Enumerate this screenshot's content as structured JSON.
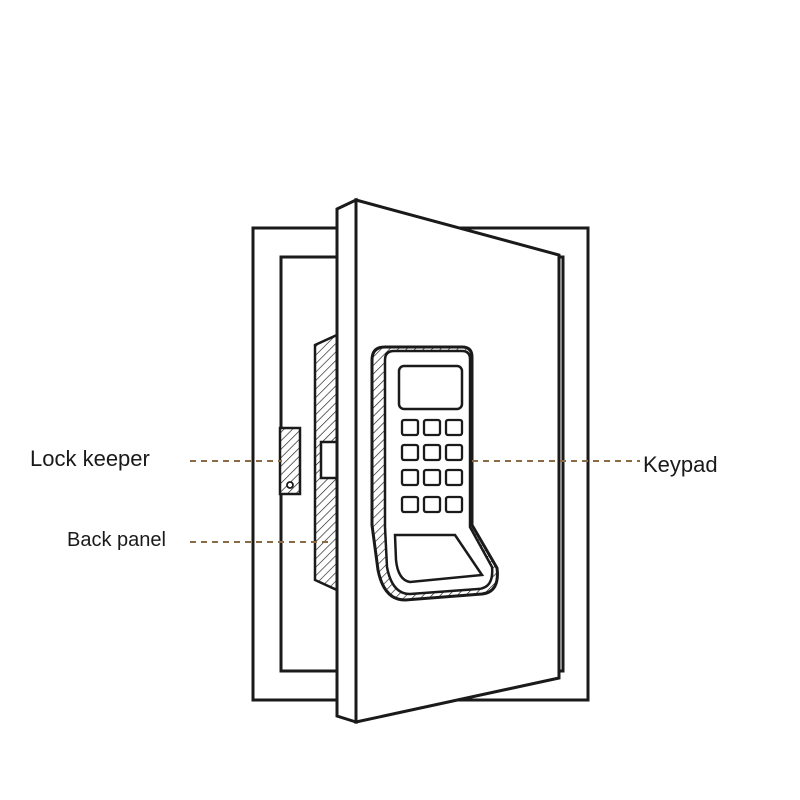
{
  "labels": {
    "lock_keeper": "Lock keeper",
    "back_panel": "Back panel",
    "keypad": "Keypad"
  },
  "colors": {
    "line": "#1a1a1a",
    "fill": "#ffffff",
    "leader": "#8b6b45"
  }
}
